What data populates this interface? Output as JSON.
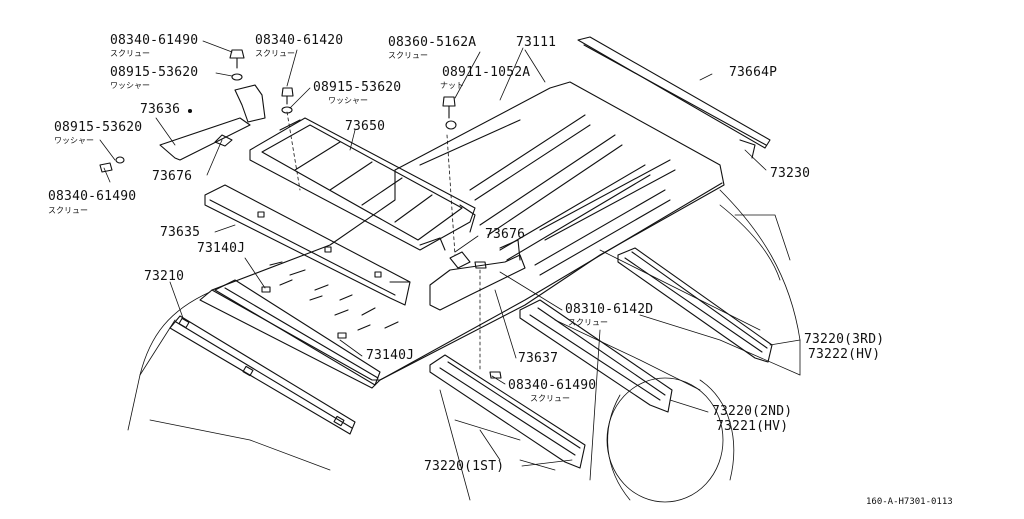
{
  "diagram": {
    "reference_code": "160-A-H7301-0113",
    "callouts": [
      {
        "id": "c1",
        "part": "08340-61490",
        "note": "スクリュー"
      },
      {
        "id": "c2",
        "part": "08340-61420",
        "note": "スクリュー"
      },
      {
        "id": "c3",
        "part": "08360-5162A",
        "note": "スクリュー"
      },
      {
        "id": "c4",
        "part": "73111",
        "note": ""
      },
      {
        "id": "c5",
        "part": "08915-53620",
        "note": "ワッシャー"
      },
      {
        "id": "c6",
        "part": "08915-53620",
        "note": "ワッシャー"
      },
      {
        "id": "c7",
        "part": "08911-1052A",
        "note": "ナット"
      },
      {
        "id": "c8",
        "part": "73664P",
        "note": ""
      },
      {
        "id": "c9",
        "part": "73636",
        "note": ""
      },
      {
        "id": "c10",
        "part": "73650",
        "note": ""
      },
      {
        "id": "c11",
        "part": "08915-53620",
        "note": "ワッシャー"
      },
      {
        "id": "c12",
        "part": "73676",
        "note": ""
      },
      {
        "id": "c13",
        "part": "73230",
        "note": ""
      },
      {
        "id": "c14",
        "part": "08340-61490",
        "note": "スクリュー"
      },
      {
        "id": "c15",
        "part": "73635",
        "note": ""
      },
      {
        "id": "c16",
        "part": "73676",
        "note": ""
      },
      {
        "id": "c17",
        "part": "73140J",
        "note": ""
      },
      {
        "id": "c18",
        "part": "73210",
        "note": ""
      },
      {
        "id": "c19",
        "part": "08310-6142D",
        "note": "スクリュー"
      },
      {
        "id": "c20",
        "part": "73220(3RD)",
        "note": ""
      },
      {
        "id": "c21",
        "part": "73222(HV)",
        "note": ""
      },
      {
        "id": "c22",
        "part": "73140J",
        "note": ""
      },
      {
        "id": "c23",
        "part": "73637",
        "note": ""
      },
      {
        "id": "c24",
        "part": "08340-61490",
        "note": "スクリュー"
      },
      {
        "id": "c25",
        "part": "73220(2ND)",
        "note": ""
      },
      {
        "id": "c26",
        "part": "73221(HV)",
        "note": ""
      },
      {
        "id": "c27",
        "part": "73220(1ST)",
        "note": ""
      }
    ]
  }
}
